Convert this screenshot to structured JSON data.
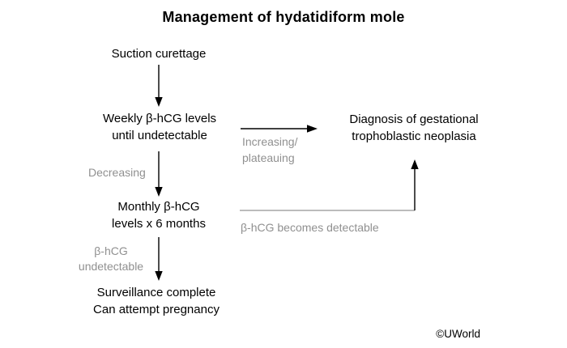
{
  "title": "Management of hydatidiform mole",
  "nodes": {
    "suction": "Suction curettage",
    "weekly": "Weekly β-hCG levels\nuntil undetectable",
    "diagnosis": "Diagnosis of gestational\ntrophoblastic neoplasia",
    "monthly": "Monthly β-hCG\nlevels x 6 months",
    "surveillance": "Surveillance complete\nCan attempt pregnancy"
  },
  "edge_labels": {
    "decreasing": "Decreasing",
    "increasing_plateauing": "Increasing/\nplateauing",
    "bhcg_undetectable": "β-hCG\nundetectable",
    "bhcg_becomes_detectable": "β-hCG becomes detectable"
  },
  "credit": "©UWorld",
  "colors": {
    "text_black": "#000000",
    "label_gray": "#909090",
    "line_gray": "#a6a6a6",
    "background": "#ffffff"
  }
}
